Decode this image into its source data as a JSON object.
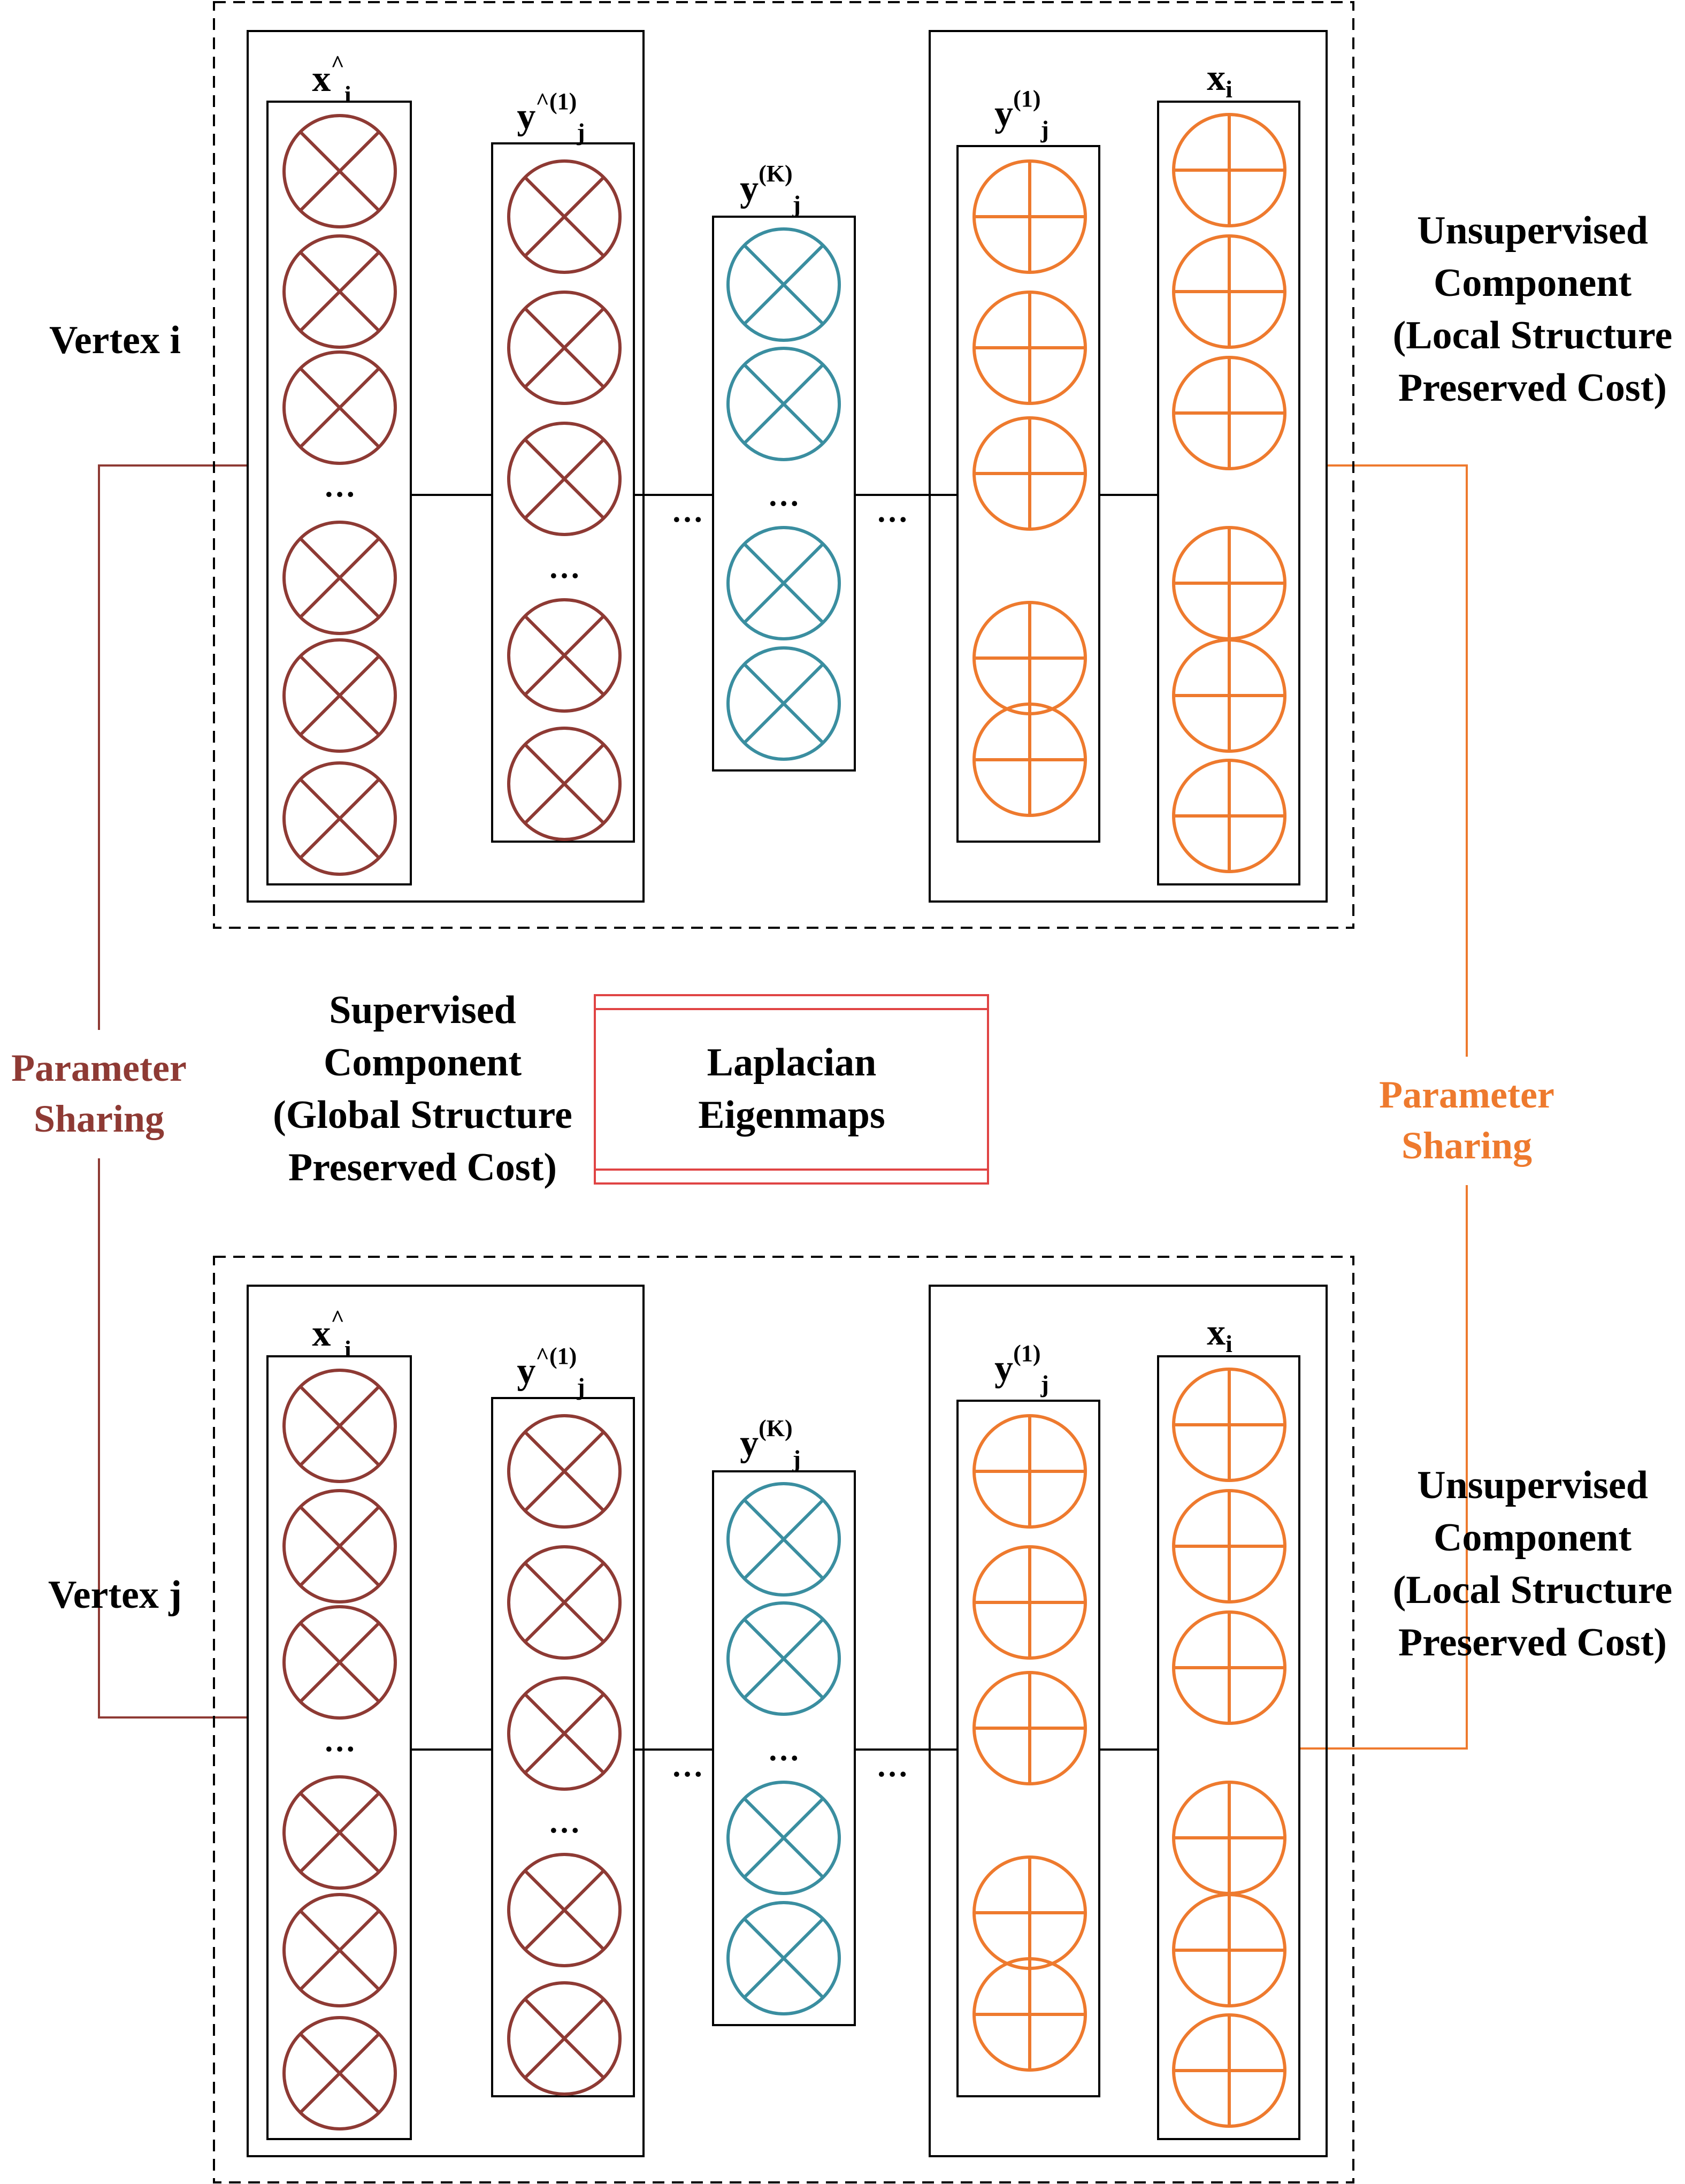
{
  "colors": {
    "encoder": "#8e3a34",
    "hidden": "#3a8ea0",
    "decoder": "#ee7a2e",
    "sharing_left": "#8e3a34",
    "sharing_right": "#ee7a2e",
    "eigen_box": "#e04444",
    "line": "#000000"
  },
  "blocks": [
    {
      "id": "top",
      "vertex_label": "Vertex i",
      "unsupervised_lines": [
        "Unsupervised",
        "Component",
        "(Local Structure",
        "Preserved Cost)"
      ],
      "columns": {
        "xhat": {
          "base": "x",
          "sup": "^",
          "sub": "i",
          "icon": "cross-circle-icon"
        },
        "yhat1": {
          "base": "y",
          "sup": "^(1)",
          "sub": "j",
          "icon": "cross-circle-icon"
        },
        "yK": {
          "base": "y",
          "sup": "(K)",
          "sub": "j",
          "icon": "cross-circle-icon"
        },
        "y1": {
          "base": "y",
          "sup": "(1)",
          "sub": "j",
          "icon": "plus-circle-icon"
        },
        "x": {
          "base": "x",
          "sup": "",
          "sub": "i",
          "icon": "plus-circle-icon"
        }
      },
      "ellipsis": "…"
    },
    {
      "id": "bottom",
      "vertex_label": "Vertex j",
      "unsupervised_lines": [
        "Unsupervised",
        "Component",
        "(Local Structure",
        "Preserved Cost)"
      ],
      "columns": {
        "xhat": {
          "base": "x",
          "sup": "^",
          "sub": "i",
          "icon": "cross-circle-icon"
        },
        "yhat1": {
          "base": "y",
          "sup": "^(1)",
          "sub": "j",
          "icon": "cross-circle-icon"
        },
        "yK": {
          "base": "y",
          "sup": "(K)",
          "sub": "j",
          "icon": "cross-circle-icon"
        },
        "y1": {
          "base": "y",
          "sup": "(1)",
          "sub": "j",
          "icon": "plus-circle-icon"
        },
        "x": {
          "base": "x",
          "sup": "",
          "sub": "i",
          "icon": "plus-circle-icon"
        }
      },
      "ellipsis": "…"
    }
  ],
  "supervised_lines": [
    "Supervised",
    "Component",
    "(Global Structure",
    "Preserved Cost)"
  ],
  "laplacian_lines": [
    "Laplacian",
    "Eigenmaps"
  ],
  "parameter_sharing_left": [
    "Parameter",
    "Sharing"
  ],
  "parameter_sharing_right": [
    "Parameter",
    "Sharing"
  ]
}
